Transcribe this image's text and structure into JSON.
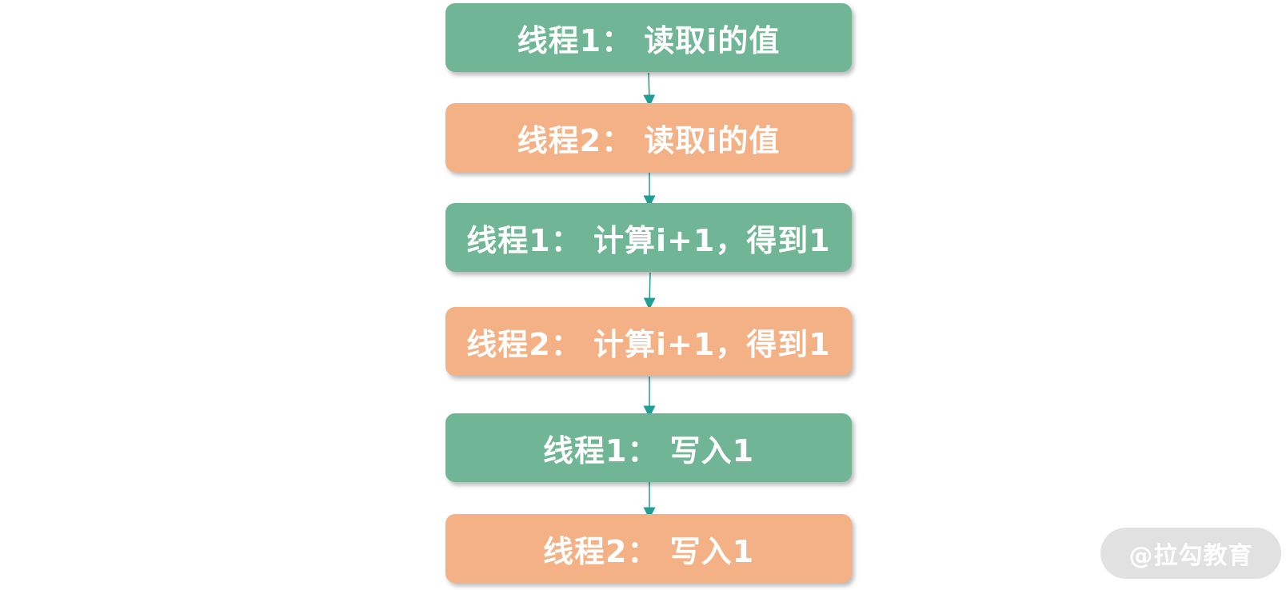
{
  "steps": [
    {
      "label": "线程1： 读取i的值",
      "color": "#6fb596"
    },
    {
      "label": "线程2： 读取i的值",
      "color": "#f3b185"
    },
    {
      "label": "线程1： 计算i+1，得到1",
      "color": "#6fb596"
    },
    {
      "label": "线程2： 计算i+1，得到1",
      "color": "#f3b185"
    },
    {
      "label": "线程1： 写入1",
      "color": "#6fb596"
    },
    {
      "label": "线程2： 写入1",
      "color": "#f3b185"
    }
  ],
  "watermark": {
    "text": "@拉勾教育"
  },
  "colors": {
    "thread1": "#6fb596",
    "thread2": "#f3b185",
    "arrow": "#1f9e93"
  }
}
